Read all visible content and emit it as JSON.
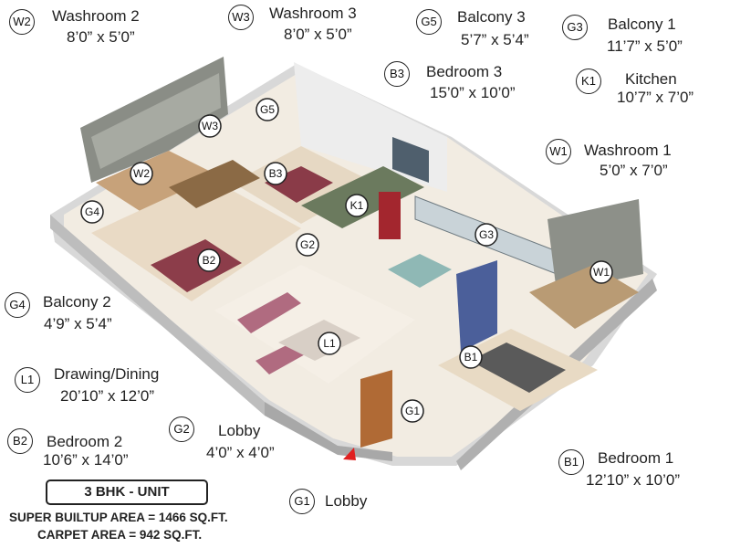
{
  "legend": [
    {
      "code": "W2",
      "name": "Washroom 2",
      "dims": "8’0” x 5’0”"
    },
    {
      "code": "W3",
      "name": "Washroom 3",
      "dims": "8’0” x 5’0”"
    },
    {
      "code": "G5",
      "name": "Balcony 3",
      "dims": "5’7” x 5’4”"
    },
    {
      "code": "G3",
      "name": "Balcony 1",
      "dims": "11’7” x 5’0”"
    },
    {
      "code": "B3",
      "name": "Bedroom 3",
      "dims": "15’0” x 10’0”"
    },
    {
      "code": "K1",
      "name": "Kitchen",
      "dims": "10’7” x 7’0”"
    },
    {
      "code": "W1",
      "name": "Washroom 1",
      "dims": "5’0” x 7’0”"
    },
    {
      "code": "G4",
      "name": "Balcony 2",
      "dims": "4’9” x 5’4”"
    },
    {
      "code": "L1",
      "name": "Drawing/Dining",
      "dims": "20’10” x 12’0”"
    },
    {
      "code": "B2",
      "name": "Bedroom 2",
      "dims": "10’6” x 14’0”"
    },
    {
      "code": "G2",
      "name": "Lobby",
      "dims": "4’0” x 4’0”"
    },
    {
      "code": "B1",
      "name": "Bedroom 1",
      "dims": "12’10” x 10’0”"
    },
    {
      "code": "G1",
      "name": "Lobby",
      "dims": ""
    }
  ],
  "unit_type": "3 BHK - UNIT",
  "super_builtup": "SUPER BUILTUP AREA = 1466 SQ.FT.",
  "carpet_area": "CARPET AREA = 942 SQ.FT.",
  "plan_labels": [
    "W2",
    "W3",
    "G5",
    "B3",
    "K1",
    "G4",
    "G2",
    "B2",
    "G3",
    "L1",
    "W1",
    "B1",
    "G1"
  ]
}
